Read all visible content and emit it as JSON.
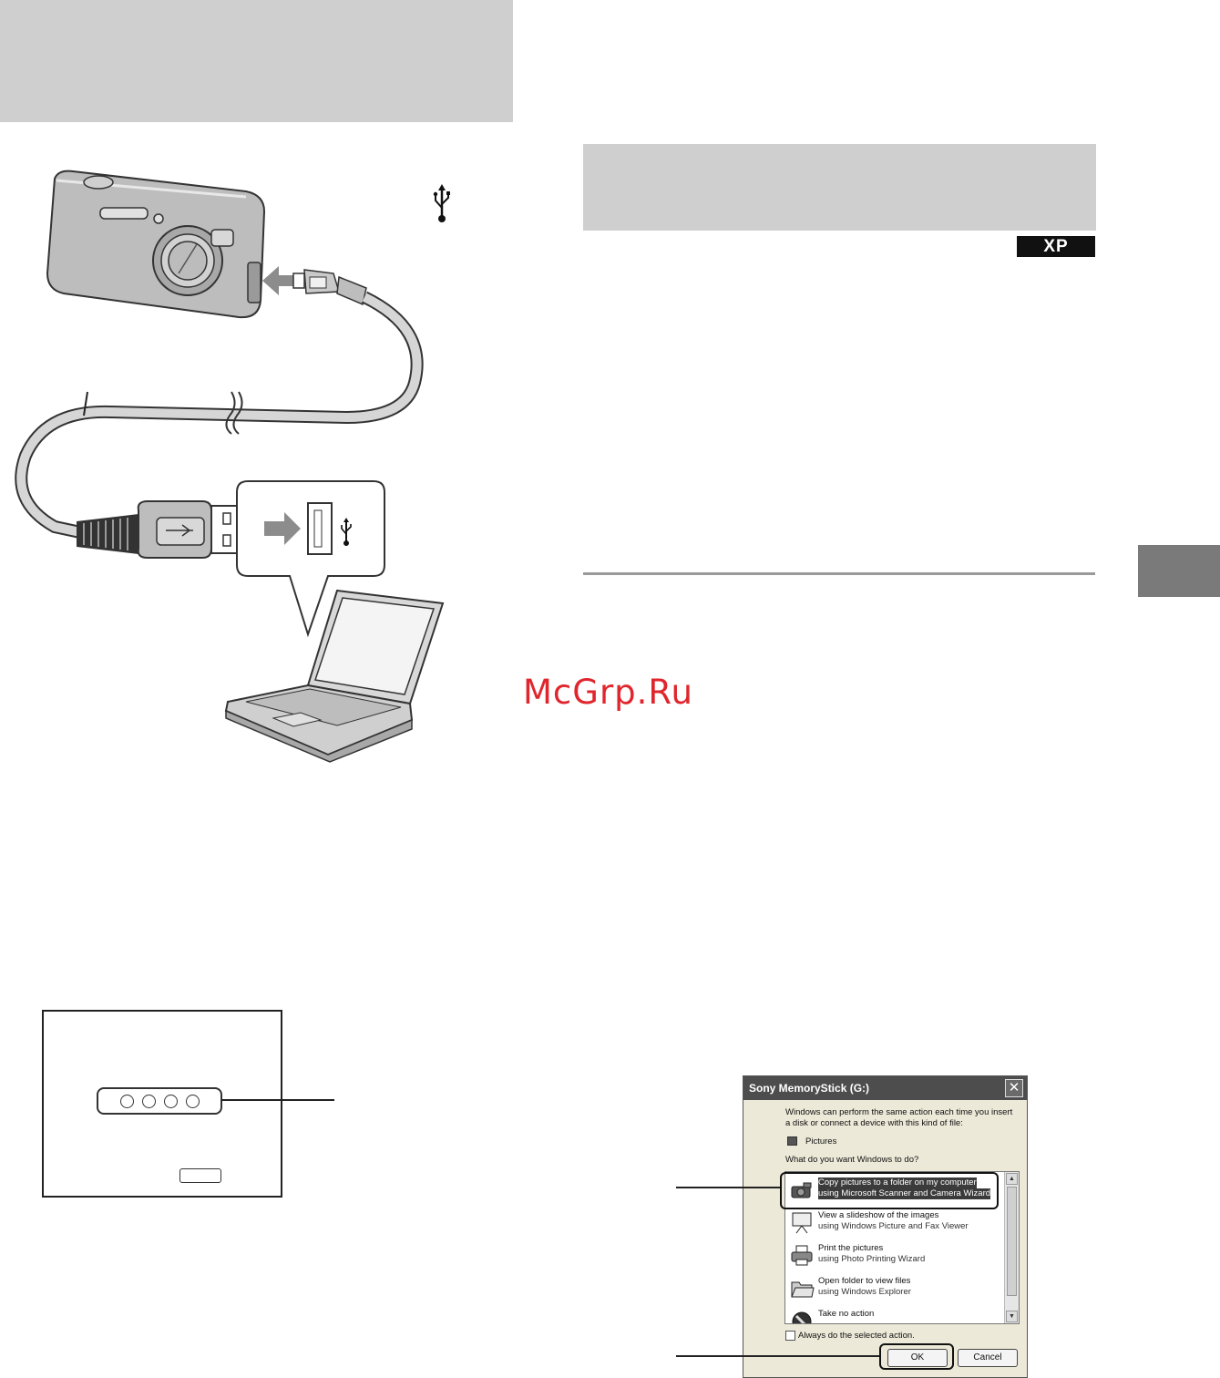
{
  "watermark": "McGrp.Ru",
  "badge": {
    "label": "XP"
  },
  "icons": {
    "usb_symbol": "usb-icon",
    "camera": "camera-illustration",
    "laptop": "laptop-illustration",
    "usb_plug": "usb-plug-illustration"
  },
  "colors": {
    "gray_band": "#cfcfcf",
    "side_tab": "#7a7a7a",
    "watermark": "#e0262d"
  },
  "dialog": {
    "title": "Sony MemoryStick (G:)",
    "close_label": "✕",
    "intro_line1": "Windows can perform the same action each time you insert",
    "intro_line2": "a disk or connect a device with this kind of file:",
    "content_type": "Pictures",
    "question": "What do you want Windows to do?",
    "options": [
      {
        "line1": "Copy pictures to a folder on my computer",
        "line2": "using Microsoft Scanner and Camera Wizard"
      },
      {
        "line1": "View a slideshow of the images",
        "line2": "using Windows Picture and Fax Viewer"
      },
      {
        "line1": "Print the pictures",
        "line2": "using Photo Printing Wizard"
      },
      {
        "line1": "Open folder to view files",
        "line2": "using Windows Explorer"
      },
      {
        "line1": "Take no action",
        "line2": ""
      }
    ],
    "checkbox_label": "Always do the selected action.",
    "ok_label": "OK",
    "cancel_label": "Cancel"
  }
}
